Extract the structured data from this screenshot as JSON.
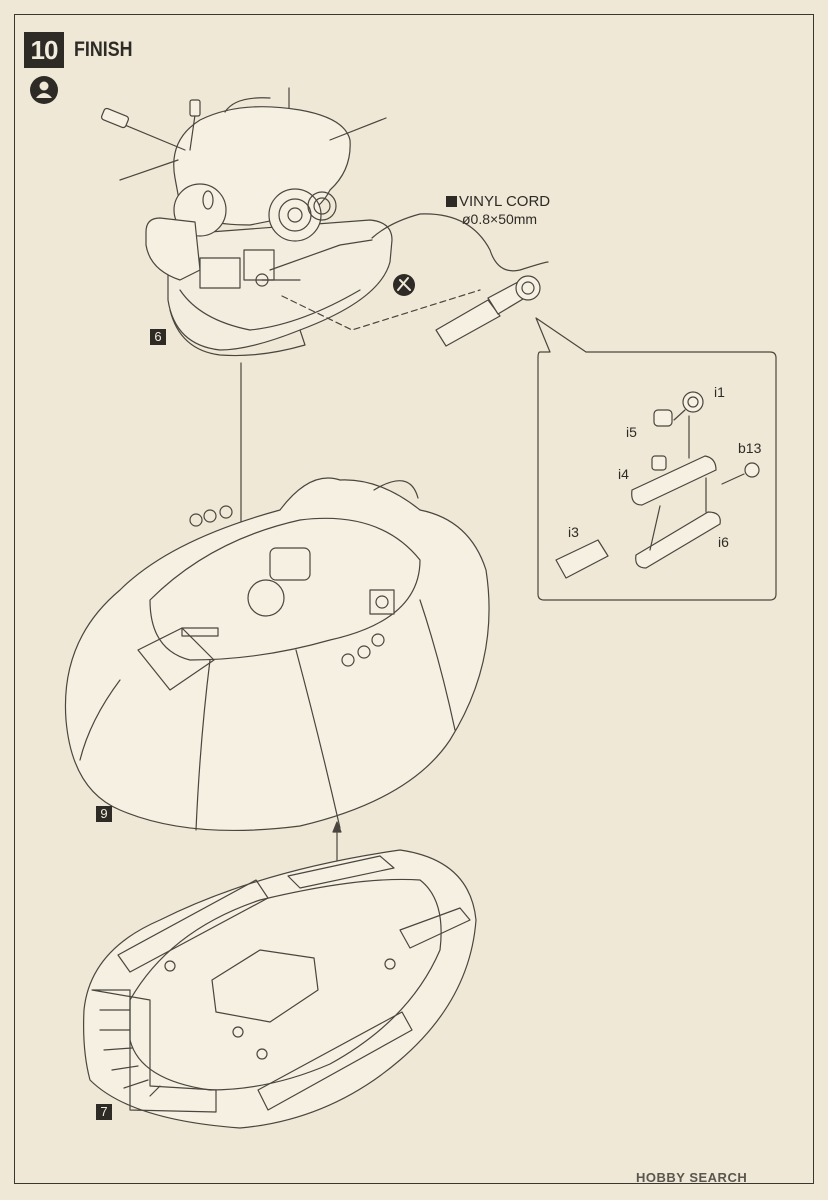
{
  "step": {
    "number": "10",
    "title": "FINISH"
  },
  "vinyl_cord": {
    "title": "VINYL CORD",
    "size": "ø0.8×50mm"
  },
  "part_numbers": {
    "p6": "6",
    "p9": "9",
    "p7": "7"
  },
  "detail_labels": {
    "i1": "i1",
    "i5": "i5",
    "b13": "b13",
    "i4": "i4",
    "i3": "i3",
    "i6": "i6"
  },
  "watermark": {
    "brand": "HOBBY SEARCH"
  },
  "icons": {
    "caution": "person-caution-icon",
    "no_glue": "no-glue-icon"
  },
  "colors": {
    "paper": "#efe8d6",
    "ink": "#2e2b27",
    "line": "#4a463f"
  }
}
